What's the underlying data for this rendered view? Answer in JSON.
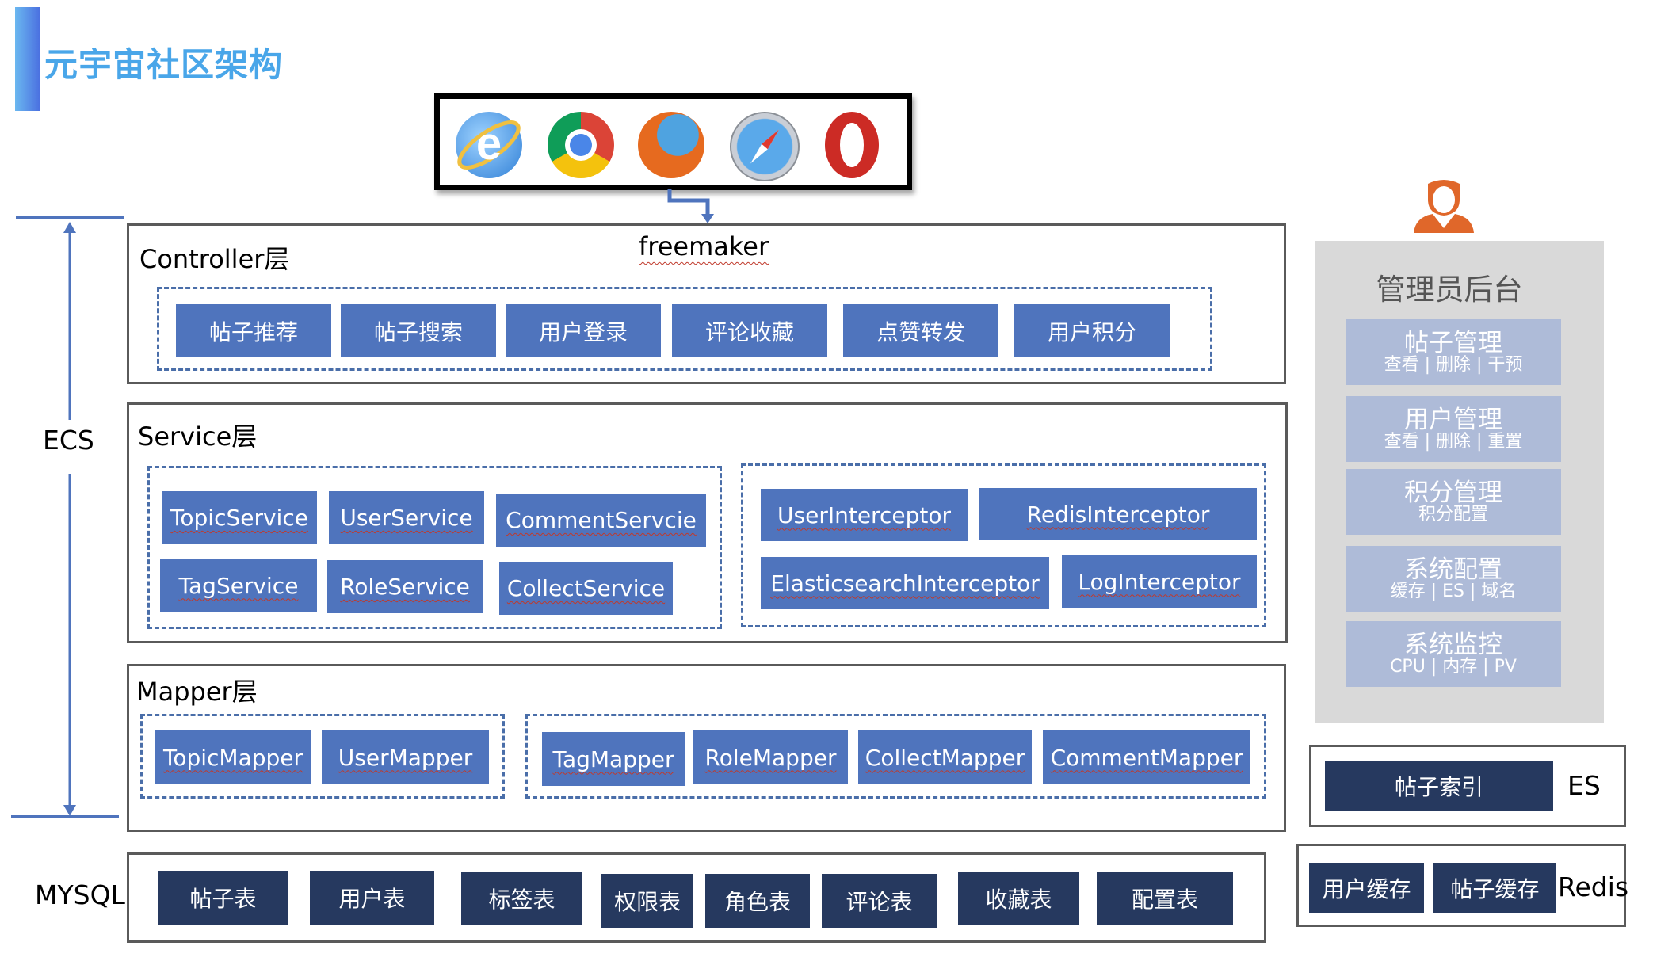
{
  "title": "元宇宙社区架构",
  "browsers": [
    {
      "name": "Internet Explorer",
      "icon": "ie-icon",
      "glyph": "e",
      "color": "#3a8ee6"
    },
    {
      "name": "Chrome",
      "icon": "chrome-icon",
      "glyph": "",
      "color": "#4a86e8"
    },
    {
      "name": "Firefox",
      "icon": "firefox-icon",
      "glyph": "",
      "color": "#e66a1f"
    },
    {
      "name": "Safari",
      "icon": "safari-icon",
      "glyph": "✦",
      "color": "#3b8fd9"
    },
    {
      "name": "Opera",
      "icon": "opera-icon",
      "glyph": "O",
      "color": "#cc2b25"
    }
  ],
  "ecs_label": "ECS",
  "controller": {
    "label": "Controller层",
    "template_engine": "freemaker",
    "items": [
      "帖子推荐",
      "帖子搜索",
      "用户登录",
      "评论收藏",
      "点赞转发",
      "用户积分"
    ]
  },
  "service": {
    "label": "Service层",
    "services": [
      "TopicService",
      "UserService",
      "CommentServcie",
      "TagService",
      "RoleService",
      "CollectService"
    ],
    "interceptors": [
      "UserInterceptor",
      "RedisInterceptor",
      "ElasticsearchInterceptor",
      "LogInterceptor"
    ]
  },
  "mapper": {
    "label": "Mapper层",
    "left": [
      "TopicMapper",
      "UserMapper"
    ],
    "right": [
      "TagMapper",
      "RoleMapper",
      "CollectMapper",
      "CommentMapper"
    ]
  },
  "mysql": {
    "label": "MYSQL",
    "tables": [
      "帖子表",
      "用户表",
      "标签表",
      "权限表",
      "角色表",
      "评论表",
      "收藏表",
      "配置表"
    ]
  },
  "admin": {
    "title": "管理员后台",
    "items": [
      {
        "title": "帖子管理",
        "sub": "查看 | 删除 | 干预"
      },
      {
        "title": "用户管理",
        "sub": "查看 | 删除 | 重置"
      },
      {
        "title": "积分管理",
        "sub": "积分配置"
      },
      {
        "title": "系统配置",
        "sub": "缓存 | ES | 域名"
      },
      {
        "title": "系统监控",
        "sub": "CPU | 内存 | PV"
      }
    ]
  },
  "es": {
    "label": "ES",
    "items": [
      "帖子索引"
    ]
  },
  "redis": {
    "label": "Redis",
    "items": [
      "用户缓存",
      "帖子缓存"
    ]
  },
  "colors": {
    "title": "#49a6e9",
    "component_blue": "#4f74bd",
    "storage_dark": "#26395f",
    "admin_item": "#aebbd8",
    "admin_panel": "#d9d9d9",
    "admin_icon": "#e0672a"
  }
}
